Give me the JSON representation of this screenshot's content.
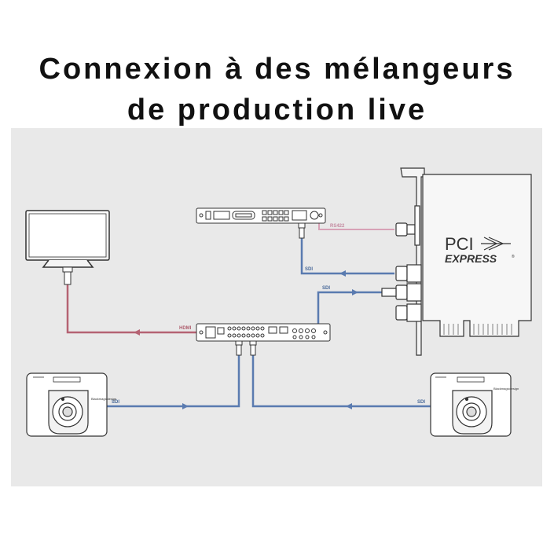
{
  "title": {
    "line1": "Connexion à des mélangeurs",
    "line2": "de production live"
  },
  "labels": {
    "rs422": "RS422",
    "sdi_deck": "SDI",
    "sdi_card_out": "SDI",
    "hdmi": "HDMI",
    "sdi_left_camera": "SDI",
    "sdi_right_camera": "SDI"
  },
  "pci": {
    "line1": "PCI",
    "line2": "EXPRESS",
    "registered": "®"
  },
  "colors": {
    "panel_background": "#e9e9e9",
    "sdi_cable": "#5a7bb0",
    "hdmi_cable": "#b56373",
    "rs422_cable": "#d7a2b6",
    "device_outline": "#333333"
  },
  "icons": {
    "monitor": "tv-monitor-icon",
    "deck": "broadcast-deck-icon",
    "switcher": "production-switcher-icon",
    "camera": "studio-camera-icon",
    "card": "pci-express-card-icon"
  }
}
